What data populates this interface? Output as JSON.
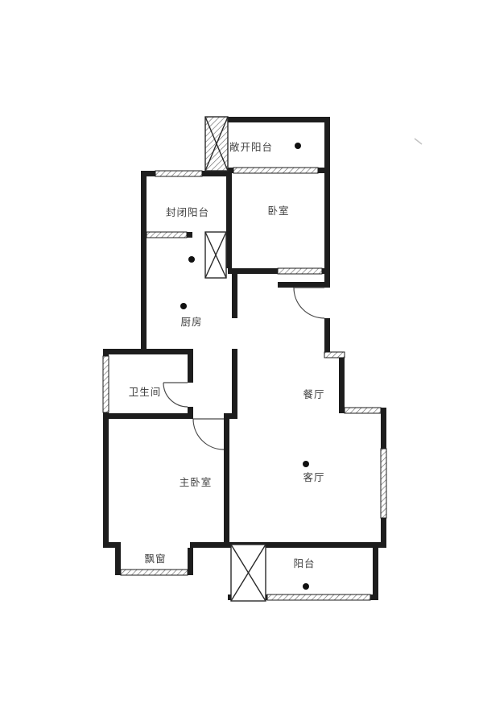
{
  "title": "apartment-floor-plan",
  "colors": {
    "wall": "#1d1d1d",
    "label": "#3f3f3f",
    "dot": "#111111",
    "hatch": "#6b6b6b",
    "background": "#ffffff"
  },
  "rooms": [
    {
      "id": "open-balcony",
      "label": "敞开阳台",
      "has_marker_dot": true
    },
    {
      "id": "enclosed-balcony",
      "label": "封闭阳台",
      "has_marker_dot": false
    },
    {
      "id": "bedroom",
      "label": "卧室",
      "has_marker_dot": false
    },
    {
      "id": "kitchen",
      "label": "厨房",
      "has_marker_dot": true
    },
    {
      "id": "bathroom",
      "label": "卫生间",
      "has_marker_dot": false
    },
    {
      "id": "dining-room",
      "label": "餐厅",
      "has_marker_dot": false
    },
    {
      "id": "master-bedroom",
      "label": "主卧室",
      "has_marker_dot": false
    },
    {
      "id": "living-room",
      "label": "客厅",
      "has_marker_dot": true
    },
    {
      "id": "bay-window",
      "label": "飘窗",
      "has_marker_dot": false
    },
    {
      "id": "balcony",
      "label": "阳台",
      "has_marker_dot": true
    }
  ],
  "markers": {
    "count": 5,
    "rooms": [
      "敞开阳台",
      "厨房",
      "厨房",
      "客厅",
      "阳台"
    ]
  }
}
